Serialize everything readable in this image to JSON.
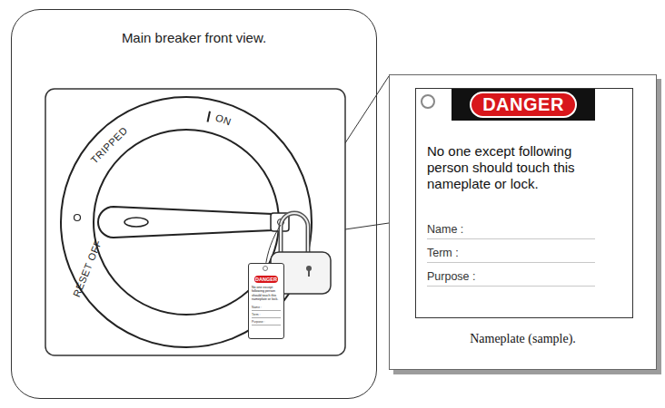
{
  "diagram": {
    "nodes": [
      {
        "text": [
          "Main breaker front view."
        ]
      },
      {
        "text": [
          "Nameplate (sample)."
        ]
      },
      {
        "text": [
          "No one except following person should touch this nameplate or lock.",
          "Name :",
          "Term :",
          "Purpose :"
        ],
        "in": 1
      },
      {
        "text": [
          "DANGER"
        ],
        "in": 2
      },
      {
        "text": [
          "DANGER",
          "No one except following person should touch this nameplate or lock.",
          "Name :",
          "Term :",
          "Purpose :"
        ],
        "in": 0
      }
    ],
    "labels": [
      "TRIPPED",
      "ON",
      "RESET OFF"
    ]
  }
}
